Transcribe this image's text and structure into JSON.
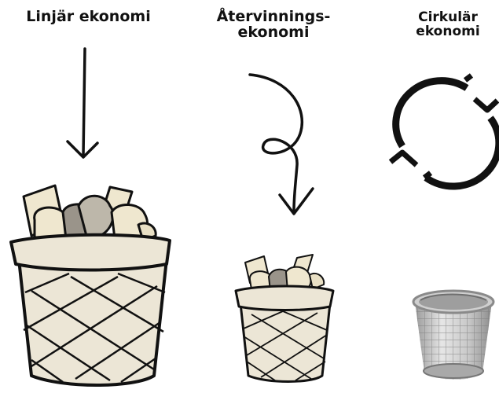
{
  "columns": [
    {
      "title": "Linjär ekonomi"
    },
    {
      "title": "Återvinnings-\nekonomi"
    },
    {
      "title": "Cirkulär\nekonomi"
    }
  ],
  "icons": [
    "down-arrow-icon",
    "looping-arrow-icon",
    "recycle-cycle-icon",
    "waste-basket-icon",
    "trash-can-icon"
  ],
  "colors": {
    "ink": "#111111",
    "basket": "#ece6d6",
    "paper_light": "#efe7cf",
    "paper_gray": "#9a948a",
    "can": "#b8b8b8"
  }
}
